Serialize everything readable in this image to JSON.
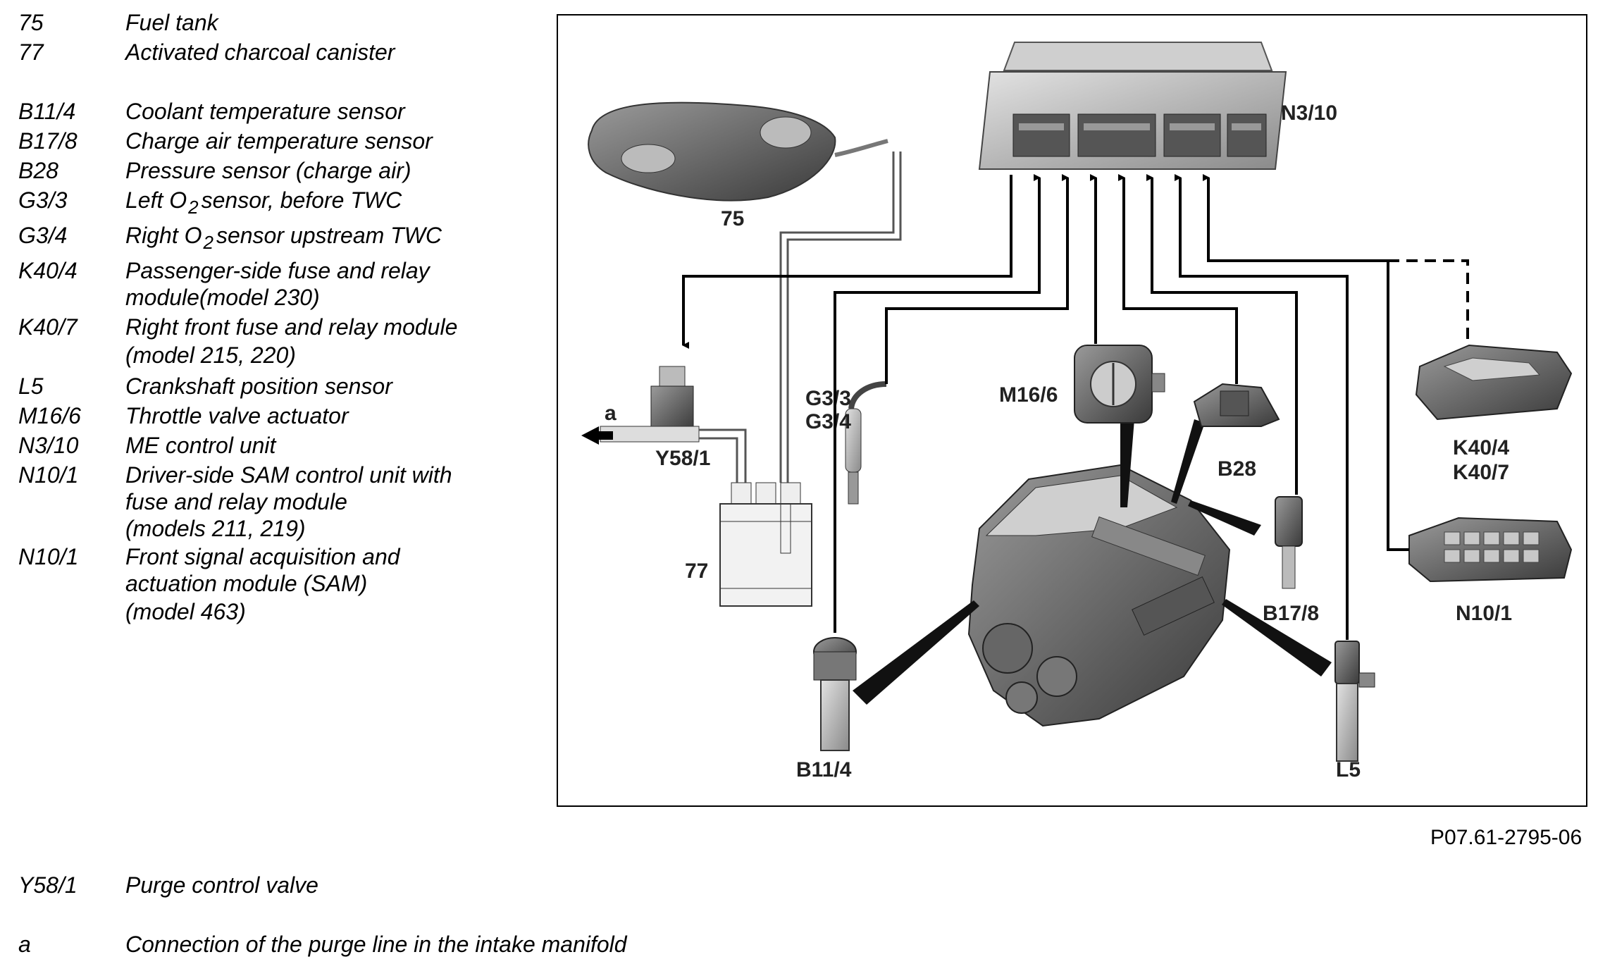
{
  "legend_top": [
    {
      "code": "75",
      "lines": [
        "Fuel tank"
      ]
    },
    {
      "code": "77",
      "lines": [
        "Activated charcoal canister"
      ]
    },
    {
      "code": "B11/4",
      "lines": [
        "Coolant temperature sensor"
      ]
    },
    {
      "code": "B17/8",
      "lines": [
        "Charge air temperature sensor"
      ]
    },
    {
      "code": "B28",
      "lines": [
        "Pressure sensor (charge air)"
      ]
    },
    {
      "code": "G3/3",
      "desc_pre": "Left O",
      "desc_sub": "2",
      "desc_post": "sensor, before TWC"
    },
    {
      "code": "G3/4",
      "desc_pre": "Right O",
      "desc_sub": "2",
      "desc_post": "sensor upstream TWC"
    },
    {
      "code": "K40/4",
      "lines": [
        "Passenger-side fuse and relay",
        "module(model 230)"
      ]
    },
    {
      "code": "K40/7",
      "lines": [
        "Right front fuse and relay module",
        "(model 215, 220)"
      ]
    },
    {
      "code": "L5",
      "lines": [
        "Crankshaft position sensor"
      ]
    },
    {
      "code": "M16/6",
      "lines": [
        "Throttle valve actuator"
      ]
    },
    {
      "code": "N3/10",
      "lines": [
        "ME control unit"
      ]
    },
    {
      "code": "N10/1",
      "lines": [
        "Driver-side SAM control unit with",
        "fuse and relay module",
        "(models 211, 219)"
      ]
    },
    {
      "code": "N10/1",
      "lines": [
        "Front signal acquisition and",
        "actuation module (SAM)",
        "(model 463)"
      ]
    }
  ],
  "legend_bottom": [
    {
      "code": "Y58/1",
      "lines": [
        "Purge control valve"
      ]
    },
    {
      "code": "a",
      "lines": [
        "Connection of the purge line in the intake manifold"
      ]
    }
  ],
  "figure_id": "P07.61-2795-06",
  "diagram_labels": {
    "n3_10": "N3/10",
    "tank": "75",
    "canister": "77",
    "y58_1": "Y58/1",
    "a": "a",
    "g3_3": "G3/3",
    "g3_4": "G3/4",
    "m16_6": "M16/6",
    "b28": "B28",
    "b17_8": "B17/8",
    "b11_4": "B11/4",
    "l5": "L5",
    "k40_4": "K40/4",
    "k40_7": "K40/7",
    "n10_1": "N10/1"
  }
}
